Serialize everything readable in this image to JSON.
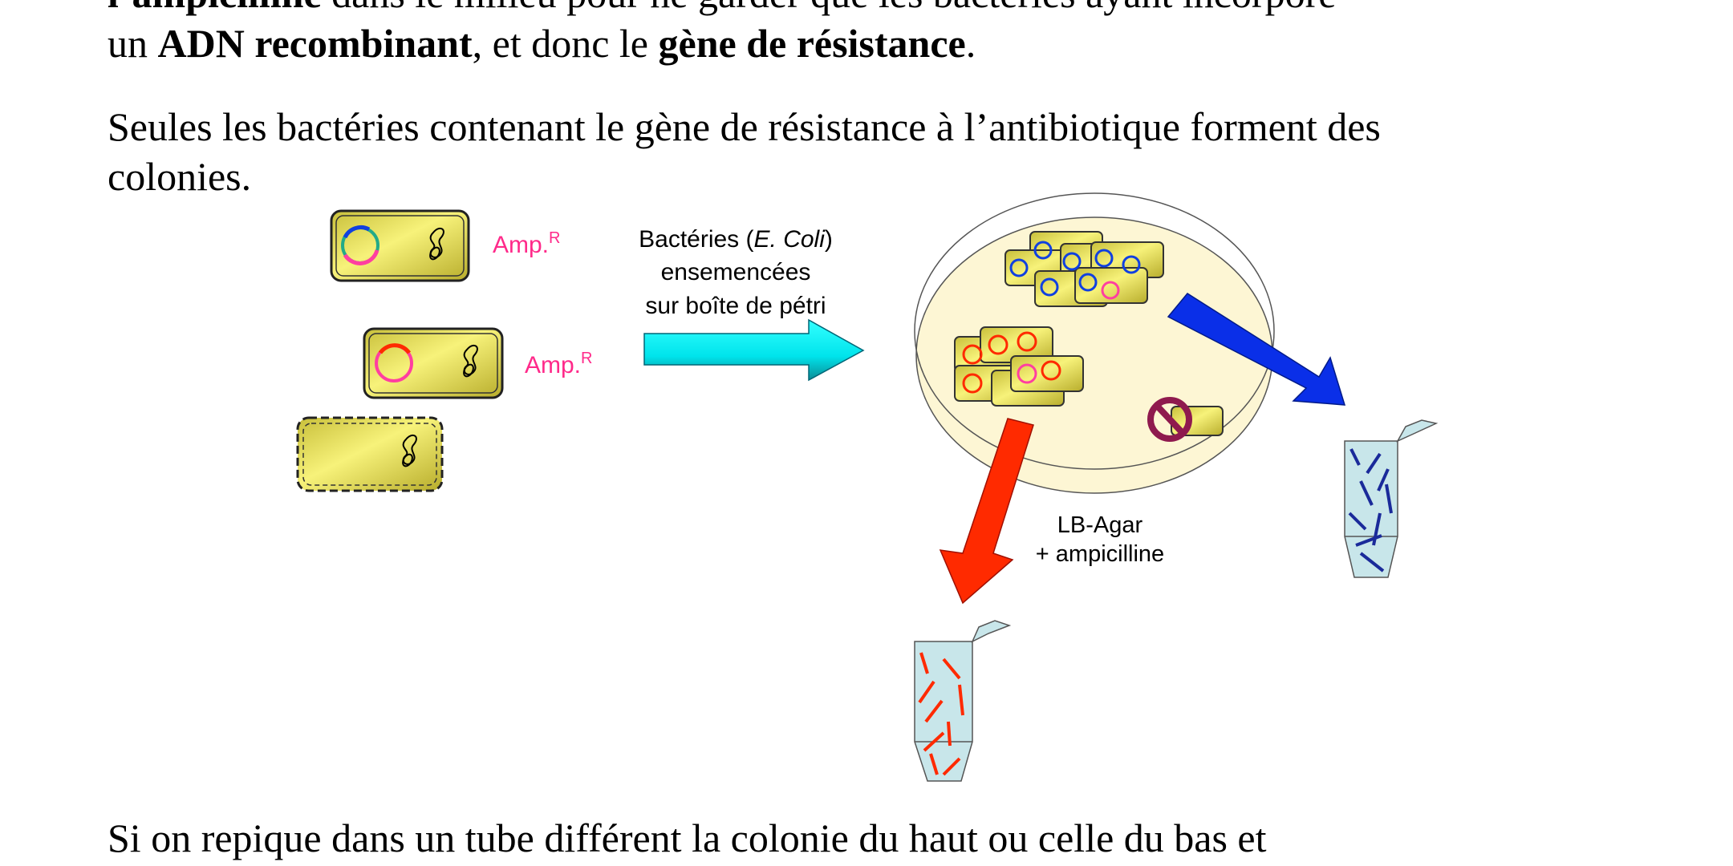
{
  "paragraph1": {
    "line0_bold": "l’ampicilline",
    "line0_rest": " dans le milieu pour ne garder que les bactéries ayant incorporé",
    "line1_a": "un ",
    "line1_b": "ADN recombinant",
    "line1_c": ", et donc le ",
    "line1_d": "gène de résistance",
    "line1_e": "."
  },
  "paragraph2": {
    "line0": "Seules les bactéries contenant le gène de résistance à l’antibiotique forment des",
    "line1": "colonies."
  },
  "figure": {
    "amp_label": "Amp.",
    "amp_sup": "R",
    "seed_text": [
      "Bactéries (",
      "E. Coli",
      ")"
    ],
    "seed_line2": "ensemencées",
    "seed_line3": "sur boîte de pétri",
    "plate_line1": "LB-Agar",
    "plate_line2": "+ ampicilline",
    "colors": {
      "cell": "#e8e05a",
      "cyan_arrow": "#00eaf0",
      "blue_arrow": "#0a2fe8",
      "red_arrow": "#ff2a00",
      "plate": "#fdf6d4",
      "tube": "#c8e6ea",
      "amp": "#ff2a8a",
      "no_sign": "#8f1a4e"
    }
  },
  "paragraph3": {
    "line0": "Si on repique dans un tube différent la colonie du haut ou celle du bas et"
  }
}
